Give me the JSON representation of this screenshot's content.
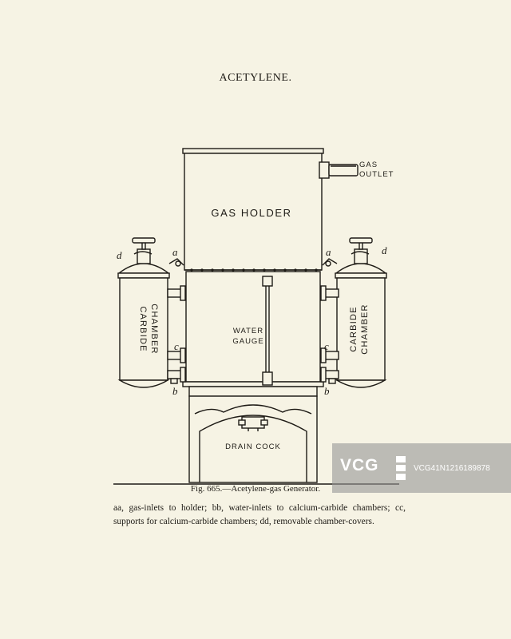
{
  "page": {
    "title": "ACETYLENE."
  },
  "labels": {
    "gas_outlet_line1": "GAS",
    "gas_outlet_line2": "OUTLET",
    "gas_holder": "GAS HOLDER",
    "carbide_chamber_line1": "CARBIDE",
    "carbide_chamber_line2": "CHAMBER",
    "water_gauge_line1": "WATER",
    "water_gauge_line2": "GAUGE",
    "drain_cock": "DRAIN COCK",
    "letter_a": "a",
    "letter_b": "b",
    "letter_c": "c",
    "letter_d": "d"
  },
  "caption": "Fig. 665.—Acetylene-gas Generator.",
  "legend": "aa, gas-inlets to holder; bb, water-inlets to calcium-carbide chambers; cc, supports for calcium-carbide chambers; dd, removable chamber-covers.",
  "watermark": {
    "logo": "VCG",
    "id": "VCG41N1216189878"
  },
  "colors": {
    "paper": "#f6f3e4",
    "ink": "#1e1b16",
    "watermark": "#969696"
  }
}
